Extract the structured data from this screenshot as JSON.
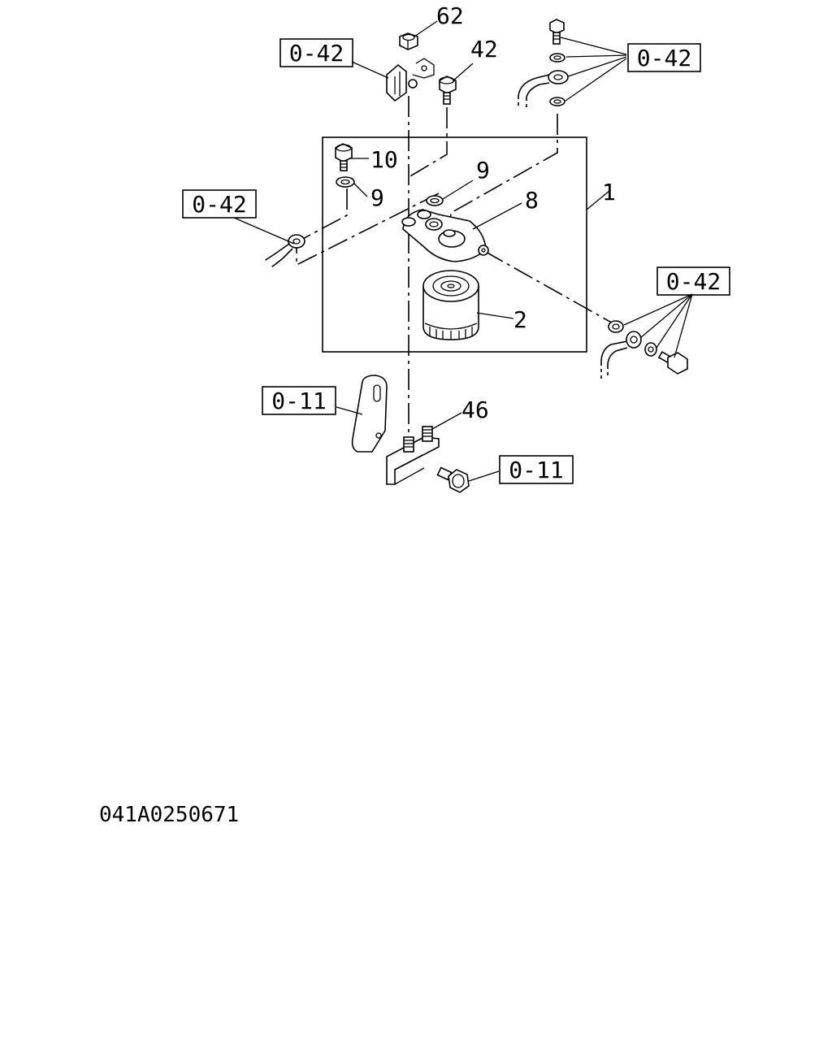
{
  "diagram": {
    "drawing_number": "041A0250671",
    "callouts": {
      "assembly_1": "1",
      "filter_2": "2",
      "head_8": "8",
      "washer_9_upper": "9",
      "washer_9_left": "9",
      "bolt_10": "10",
      "bolt_42": "42",
      "stud_46": "46",
      "nut_62": "62"
    },
    "references": {
      "ref_top_left": "0-42",
      "ref_top_right": "0-42",
      "ref_left": "0-42",
      "ref_right": "0-42",
      "ref_bracket": "0-11",
      "ref_bottom_bolt": "0-11"
    }
  }
}
